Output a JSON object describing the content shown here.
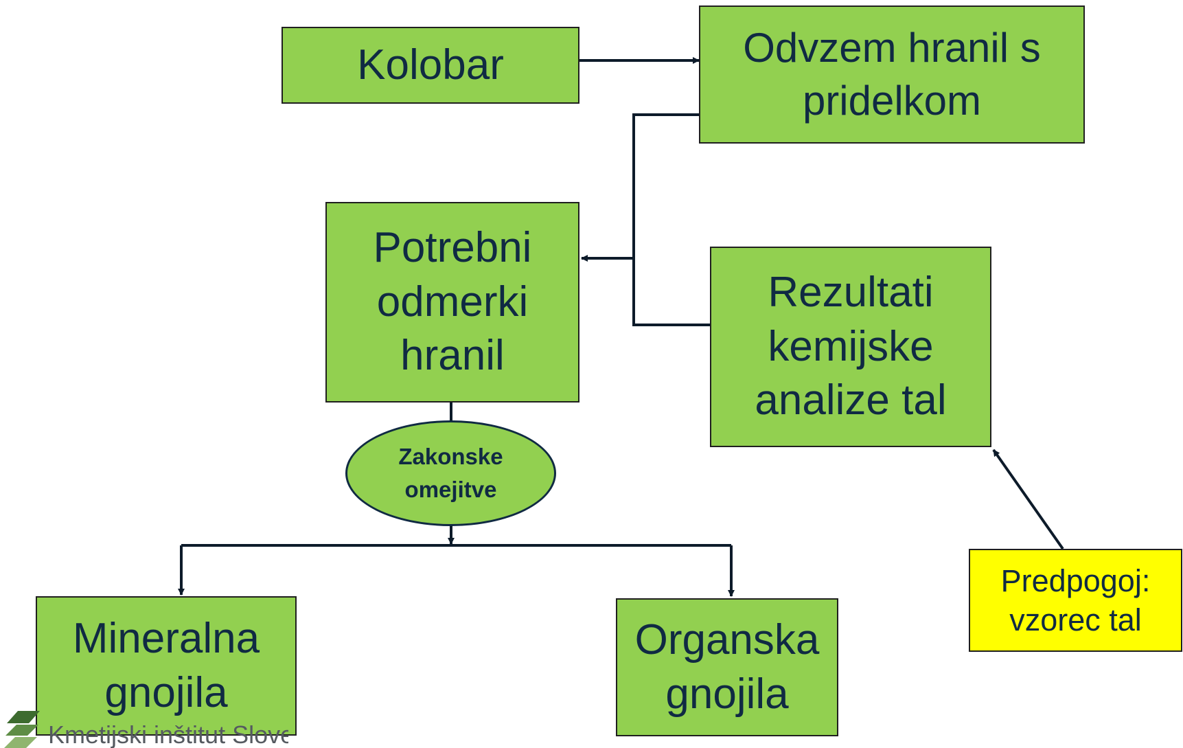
{
  "diagram": {
    "nodes": {
      "kolobar": {
        "label": "Kolobar"
      },
      "odvzem": {
        "label": "Odvzem hranil s\npridelkom"
      },
      "potrebni": {
        "label": "Potrebni\nodmerki\nhranil"
      },
      "rezultati": {
        "label": "Rezultati\nkemijske\nanalize tal"
      },
      "zakonske": {
        "label": "Zakonske\nomejitve"
      },
      "mineralna": {
        "label": "Mineralna\ngnojila"
      },
      "organska": {
        "label": "Organska\ngnojila"
      },
      "predpogoj": {
        "label": "Predpogoj:\nvzorec tal"
      }
    },
    "edges": [
      {
        "from": "kolobar",
        "to": "odvzem"
      },
      {
        "from": "odvzem",
        "to": "potrebni"
      },
      {
        "from": "rezultati",
        "to": "potrebni"
      },
      {
        "from": "potrebni",
        "to": "zakonske"
      },
      {
        "from": "zakonske",
        "to": "mineralna"
      },
      {
        "from": "zakonske",
        "to": "organska"
      },
      {
        "from": "predpogoj",
        "to": "rezultati"
      }
    ]
  },
  "colors": {
    "box_fill": "#92d050",
    "prerequisite_fill": "#ffff00",
    "text": "#102a43",
    "connector": "#0d1b2a"
  },
  "logo": {
    "text": "Kmetijski inštitut Slovenije",
    "icon": "kis-logo-icon"
  }
}
